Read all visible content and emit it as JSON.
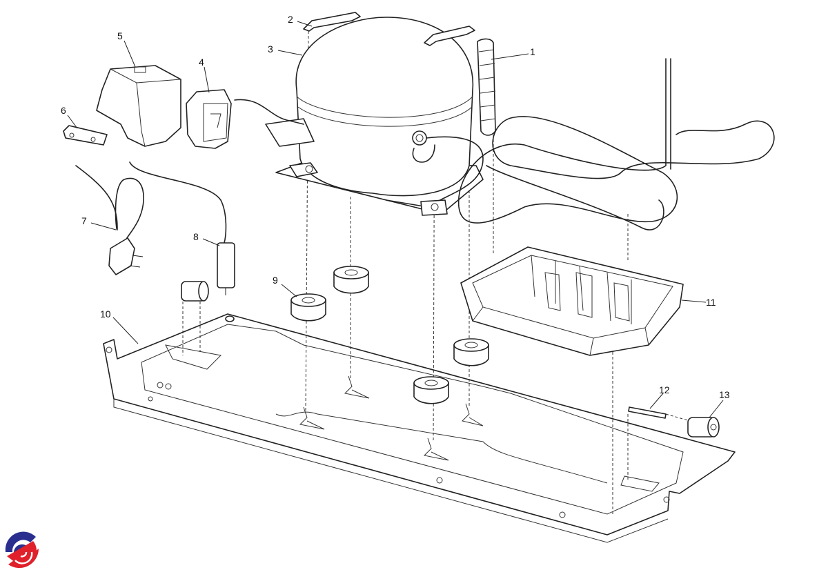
{
  "diagram": {
    "callouts": [
      {
        "id": "1",
        "label": "1"
      },
      {
        "id": "2",
        "label": "2"
      },
      {
        "id": "3",
        "label": "3"
      },
      {
        "id": "4",
        "label": "4"
      },
      {
        "id": "5",
        "label": "5"
      },
      {
        "id": "6",
        "label": "6"
      },
      {
        "id": "7",
        "label": "7"
      },
      {
        "id": "8",
        "label": "8"
      },
      {
        "id": "9",
        "label": "9"
      },
      {
        "id": "10",
        "label": "10"
      },
      {
        "id": "11",
        "label": "11"
      },
      {
        "id": "12",
        "label": "12"
      },
      {
        "id": "13",
        "label": "13"
      }
    ],
    "colors": {
      "logo_blue": "#2a2f8f",
      "logo_red": "#e0202a",
      "line": "#222222"
    }
  },
  "logo": {
    "name": "brand-logo"
  }
}
